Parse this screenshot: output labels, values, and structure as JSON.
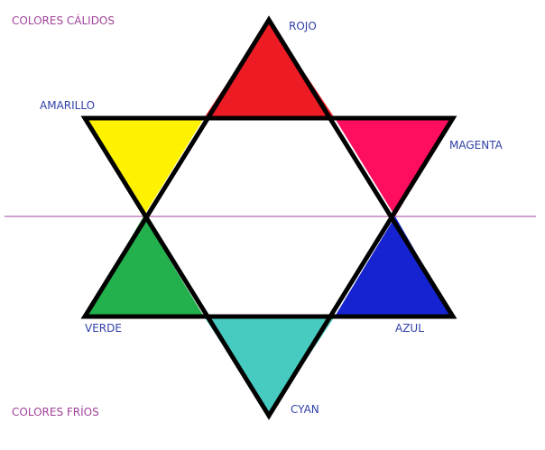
{
  "groups": {
    "warm": "COLORES CÁLIDOS",
    "cold": "COLORES FRÍOS"
  },
  "colors": {
    "rojo": {
      "label": "ROJO",
      "hex": "#ed1c24"
    },
    "amarillo": {
      "label": "AMARILLO",
      "hex": "#fff200"
    },
    "magenta": {
      "label": "MAGENTA",
      "hex": "#ff0d5f"
    },
    "verde": {
      "label": "VERDE",
      "hex": "#22b14c"
    },
    "azul": {
      "label": "AZUL",
      "hex": "#1524d0"
    },
    "cyan": {
      "label": "CYAN",
      "hex": "#47cbc0"
    }
  },
  "style": {
    "outline": "#000000",
    "divider": "#a0439a",
    "group_label_color": "#a0439a",
    "color_label_color": "#2f3fa8"
  }
}
